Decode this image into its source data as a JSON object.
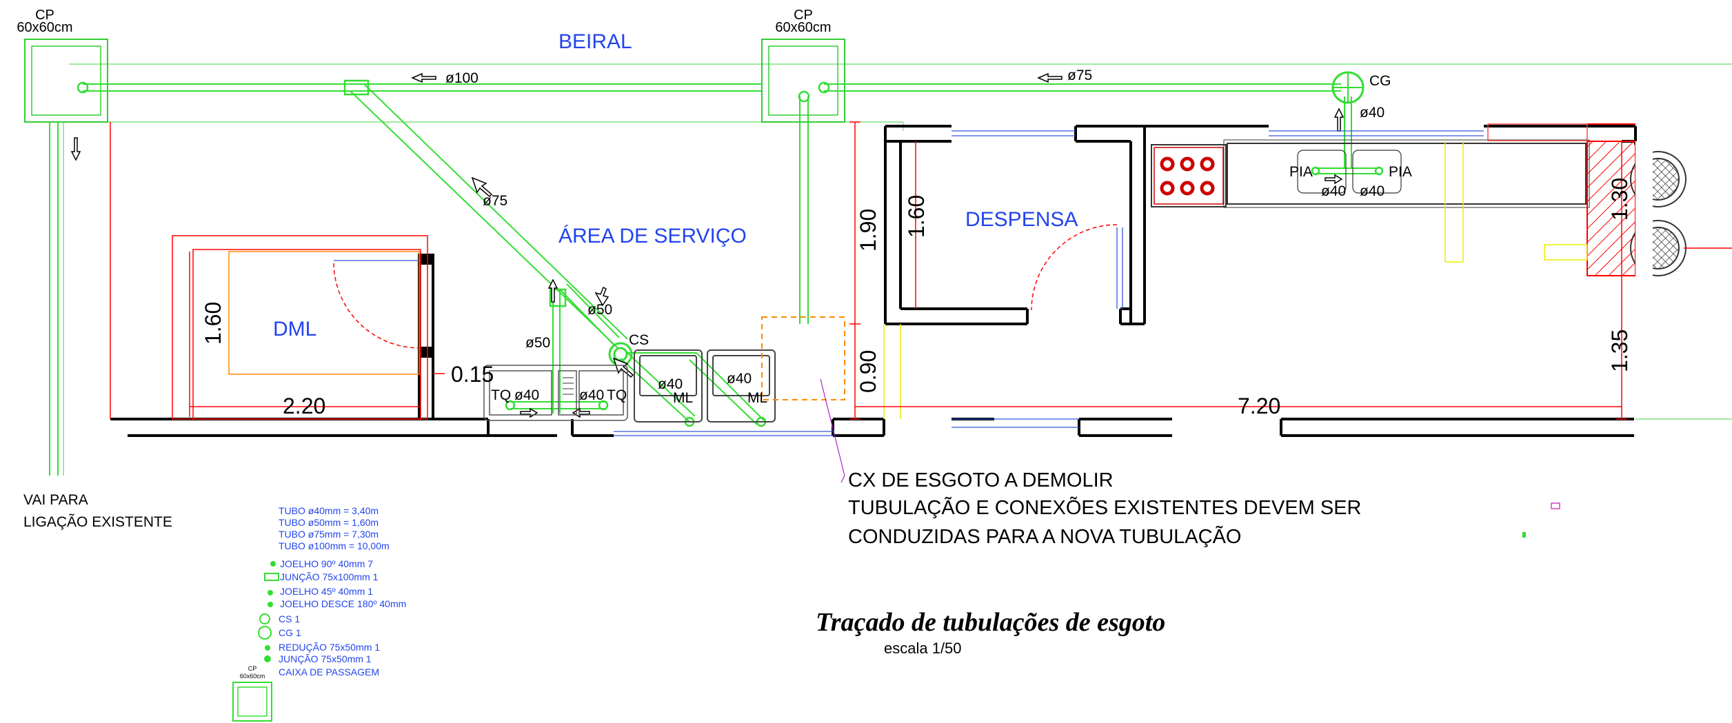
{
  "rooms": {
    "beiral": "BEIRAL",
    "area_servico": "ÁREA DE SERVIÇO",
    "despensa": "DESPENSA",
    "dml": "DML"
  },
  "boxes": {
    "cp_left_label": "CP",
    "cp_left_size": "60x60cm",
    "cp_mid_label": "CP",
    "cp_mid_size": "60x60cm",
    "cg_label": "CG",
    "cs_label": "CS"
  },
  "pipes": {
    "d100": "ø100",
    "d75_top": "ø75",
    "d75_diag": "ø75",
    "d40_cg": "ø40",
    "d50_a": "ø50",
    "d50_b": "ø50",
    "d40_tq1": "ø40",
    "d40_tq2": "ø40",
    "d40_ml1": "ø40",
    "d40_ml2": "ø40",
    "d40_pia1": "ø40",
    "d40_pia2": "ø40"
  },
  "fixtures": {
    "tq1": "TQ",
    "tq2": "TQ",
    "ml1": "ML",
    "ml2": "ML",
    "pia1": "PIA",
    "pia2": "PIA"
  },
  "dimensions": {
    "d_2_20": "2.20",
    "d_1_60_dml": "1.60",
    "d_0_15": "0.15",
    "d_1_90": "1.90",
    "d_1_60_desp": "1.60",
    "d_0_90": "0.90",
    "d_7_20": "7.20",
    "d_1_30": "1.30",
    "d_1_35": "1.35"
  },
  "notes": {
    "vai_para_1": "VAI PARA",
    "vai_para_2": "LIGAÇÃO EXISTENTE",
    "cx_1": "CX DE ESGOTO A DEMOLIR",
    "cx_2": "TUBULAÇÃO E CONEXÕES EXISTENTES DEVEM  SER",
    "cx_3": "CONDUZIDAS PARA A NOVA TUBULAÇÃO"
  },
  "legend": [
    "TUBO ø40mm = 3,40m",
    "TUBO ø50mm =  1,60m",
    "TUBO ø75mm = 7,30m",
    "TUBO ø100mm = 10,00m",
    "JOELHO 90º 40mm       7",
    "JUNÇÃO 75x100mm      1",
    "JOELHO 45º 40mm         1",
    "JOELHO DESCE 180º 40mm",
    "CS  1",
    "CG  1",
    "REDUÇÃO 75x50mm  1",
    "JUNÇÃO 75x50mm   1",
    "CAIXA DE PASSAGEM"
  ],
  "legend_cp": {
    "label": "CP",
    "size": "60x60cm"
  },
  "title": {
    "main": "Traçado de tubulações de esgoto",
    "scale": "escala 1/50"
  },
  "colors": {
    "wall": "#000000",
    "pipe": "#33dd33",
    "text_blue": "#2244ee",
    "dimension": "#ff0000",
    "box_orange": "#ff8800",
    "note_line": "#aa22cc",
    "stove": "#cc0000"
  }
}
